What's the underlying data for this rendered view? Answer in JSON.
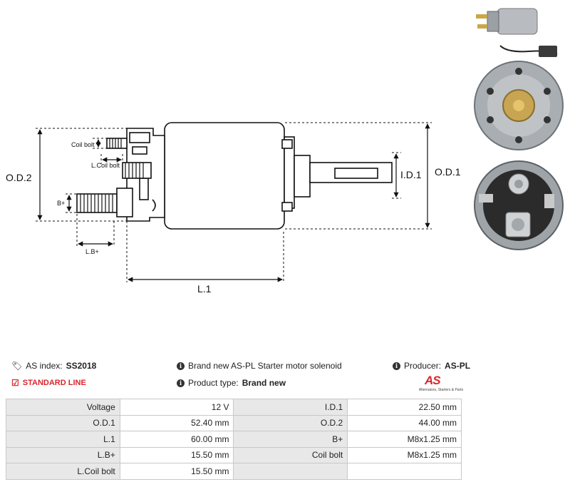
{
  "drawing": {
    "labels": {
      "od2": "O.D.2",
      "od1": "O.D.1",
      "id1": "I.D.1",
      "l1": "L.1",
      "coil_bolt": "Coil bolt",
      "l_coil_bolt": "L.Coil bolt",
      "b_plus": "B+",
      "l_b_plus": "L.B+"
    }
  },
  "info": {
    "as_index_label": "AS index:",
    "as_index_value": "SS2018",
    "standard_line": "STANDARD LINE",
    "description": "Brand new AS-PL Starter motor solenoid",
    "product_type_label": "Product type:",
    "product_type_value": "Brand new",
    "producer_label": "Producer:",
    "producer_value": "AS-PL"
  },
  "logo": {
    "mark": "AS",
    "tagline": "Alternators, Starters & Parts"
  },
  "specs": [
    [
      "Voltage",
      "12 V",
      "I.D.1",
      "22.50 mm"
    ],
    [
      "O.D.1",
      "52.40 mm",
      "O.D.2",
      "44.00 mm"
    ],
    [
      "L.1",
      "60.00 mm",
      "B+",
      "M8x1.25 mm"
    ],
    [
      "L.B+",
      "15.50 mm",
      "Coil bolt",
      "M8x1.25 mm"
    ],
    [
      "L.Coil bolt",
      "15.50 mm",
      "",
      ""
    ]
  ],
  "colors": {
    "accent": "#d8262b",
    "table_label_bg": "#e8e8e8",
    "table_border": "#c8c8c8"
  }
}
